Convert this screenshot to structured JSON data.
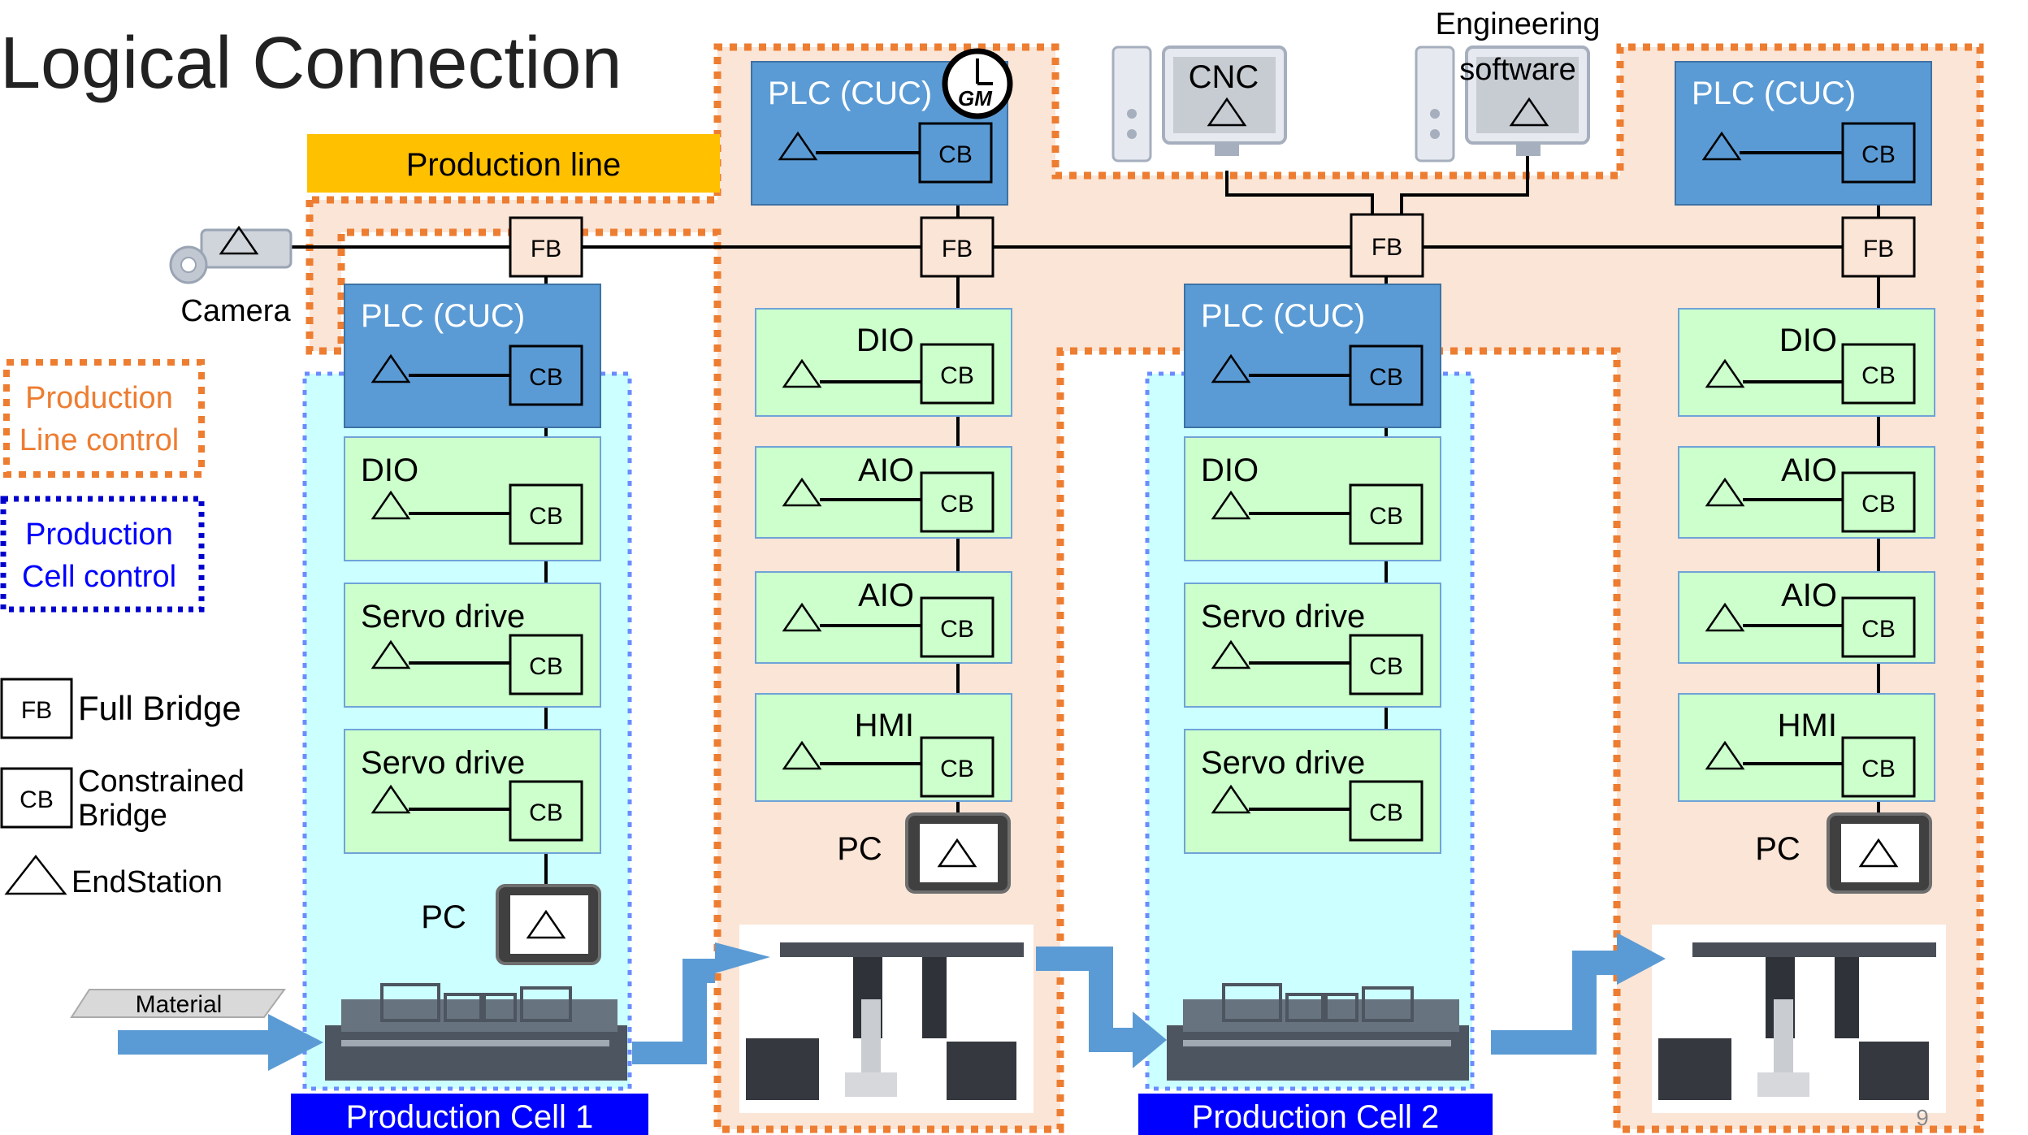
{
  "title": "Logical Connection",
  "production_line_label": "Production line",
  "camera_label": "Camera",
  "cnc_label": "CNC",
  "engineering_software_label": [
    "Engineering",
    "software"
  ],
  "gm_label": "GM",
  "plc_label": "PLC (CUC)",
  "fb_label": "FB",
  "cb_label": "CB",
  "pc_label": "PC",
  "material_label": "Material",
  "cell1_label": "Production Cell 1",
  "cell2_label": "Production Cell 2",
  "page_number": "9",
  "cell_modules": [
    "DIO",
    "Servo drive",
    "Servo drive"
  ],
  "line_modules": [
    "DIO",
    "AIO",
    "AIO",
    "HMI"
  ],
  "legend": {
    "line_control": [
      "Production",
      "Line control"
    ],
    "cell_control": [
      "Production",
      "Cell control"
    ],
    "fb": "FB",
    "fb_text": "Full Bridge",
    "cb": "CB",
    "cb_text": [
      "Constrained",
      "Bridge"
    ],
    "end_station_text": "EndStation"
  },
  "colors": {
    "plc_blue": "#5b9bd5",
    "module_green": "#ccffcc",
    "bridge_fill": "#fbe5d6",
    "line_zone": "#fbe5d6",
    "line_border": "#ed7d31",
    "cell_zone": "#ccffff",
    "cell_border": "#0000ff",
    "banner_yellow": "#ffc000",
    "cell_label_bg": "#0000ff",
    "flow_arrow": "#5b9bd5"
  }
}
